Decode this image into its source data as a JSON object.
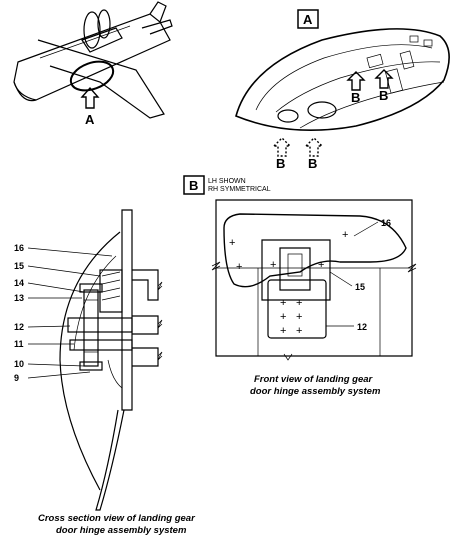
{
  "callouts": {
    "view_a_marker": "A",
    "aircraft_arrow": "A",
    "view_b_marker": "B",
    "b_arrow_1": "B",
    "b_arrow_2": "B",
    "b_arrow_3": "B",
    "b_arrow_4": "B"
  },
  "view_b_note": {
    "line1": "LH SHOWN",
    "line2": "RH SYMMETRICAL"
  },
  "cross_section": {
    "labels": [
      "16",
      "15",
      "14",
      "13",
      "12",
      "11",
      "10",
      "9"
    ],
    "caption_line1": "Cross section view of landing gear",
    "caption_line2": "door hinge assembly system"
  },
  "front_view": {
    "labels": [
      "16",
      "15",
      "12"
    ],
    "caption_line1": "Front view of landing gear",
    "caption_line2": "door hinge assembly system"
  }
}
